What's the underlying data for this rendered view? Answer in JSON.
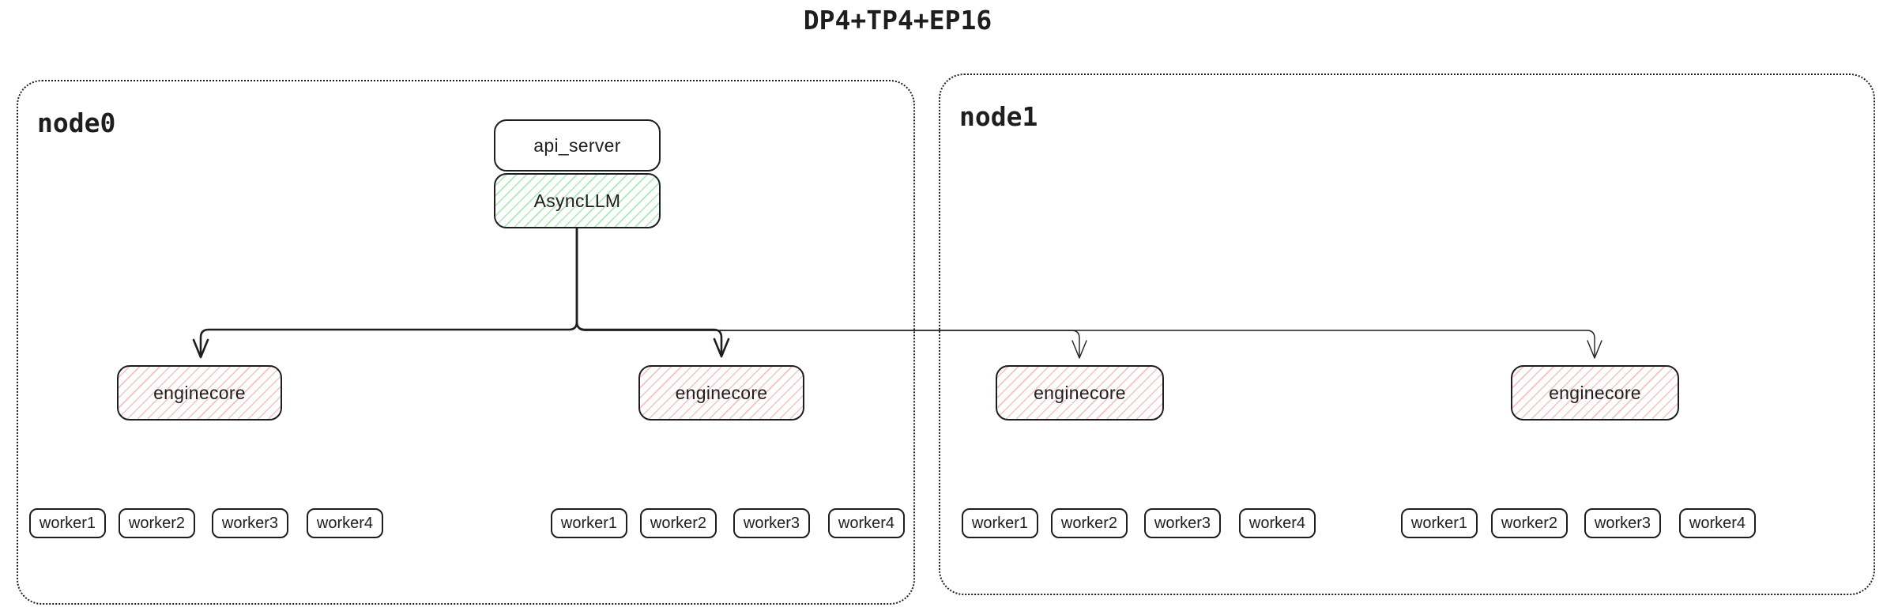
{
  "title": "DP4+TP4+EP16",
  "api_server": {
    "label": "api_server"
  },
  "async_llm": {
    "label": "AsyncLLM"
  },
  "nodes": [
    {
      "label": "node0",
      "enginecores": [
        {
          "label": "enginecore"
        },
        {
          "label": "enginecore"
        }
      ],
      "worker_groups": [
        {
          "workers": [
            "worker1",
            "worker2",
            "worker3",
            "worker4"
          ]
        },
        {
          "workers": [
            "worker1",
            "worker2",
            "worker3",
            "worker4"
          ]
        }
      ]
    },
    {
      "label": "node1",
      "enginecores": [
        {
          "label": "enginecore"
        },
        {
          "label": "enginecore"
        }
      ],
      "worker_groups": [
        {
          "workers": [
            "worker1",
            "worker2",
            "worker3",
            "worker4"
          ]
        },
        {
          "workers": [
            "worker1",
            "worker2",
            "worker3",
            "worker4"
          ]
        }
      ]
    }
  ],
  "colors": {
    "stroke": "#1e1e1e",
    "green_hatch": "#abe8b6",
    "red_hatch": "#f4c2c2"
  }
}
